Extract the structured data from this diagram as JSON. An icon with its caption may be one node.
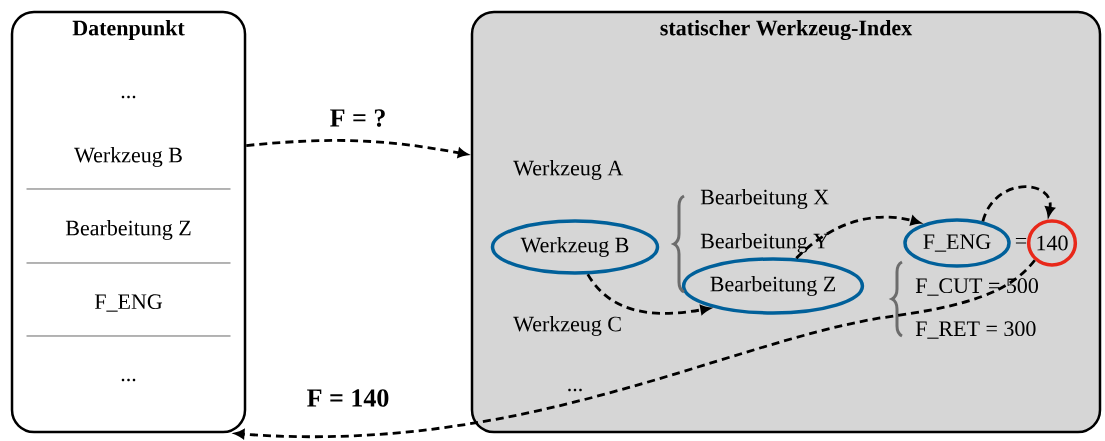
{
  "diagram": {
    "nodes": [
      {
        "text": [
          "Datenpunkt",
          "...",
          "Werkzeug B",
          "Bearbeitung Z",
          "F_ENG",
          "..."
        ]
      },
      {
        "text": [
          "statischer Werkzeug-Index"
        ]
      },
      {
        "text": [
          "Werkzeug A"
        ],
        "in": 1
      },
      {
        "text": [
          "Werkzeug B"
        ],
        "in": 1
      },
      {
        "text": [
          "Werkzeug C"
        ],
        "in": 1
      },
      {
        "text": [
          "..."
        ],
        "in": 1
      },
      {
        "text": [
          "Bearbeitung X"
        ],
        "in": 1
      },
      {
        "text": [
          "Bearbeitung Y"
        ],
        "in": 1
      },
      {
        "text": [
          "Bearbeitung Z"
        ],
        "in": 1
      },
      {
        "text": [
          "F_ENG"
        ],
        "in": 1
      },
      {
        "text": [
          "140"
        ],
        "in": 1
      },
      {
        "text": [
          "F_CUT = 500"
        ],
        "in": 1
      },
      {
        "text": [
          "F_RET = 300"
        ],
        "in": 1
      }
    ],
    "edges": [
      {
        "from": 0,
        "to": 1,
        "arrow": "to",
        "label": "F = ?",
        "style": "dashed"
      },
      {
        "from": 10,
        "to": 0,
        "arrow": "to",
        "label": "F = 140",
        "style": "dashed"
      },
      {
        "from": 3,
        "to": 8,
        "arrow": "to",
        "style": "dashed"
      },
      {
        "from": 8,
        "to": 9,
        "arrow": "to",
        "style": "dashed"
      },
      {
        "from": 9,
        "to": 10,
        "arrow": "to",
        "style": "dashed"
      }
    ],
    "labels": [
      "="
    ]
  }
}
